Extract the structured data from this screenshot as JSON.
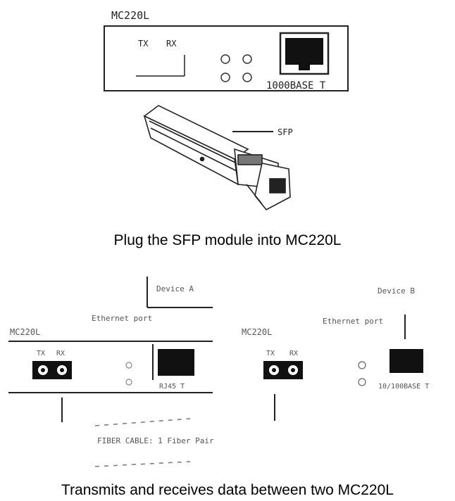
{
  "top": {
    "device_title": "MC220L",
    "tx_label": "TX",
    "rx_label": "RX",
    "port_label": "1000BASE T",
    "sfp_label": "SFP"
  },
  "caption_top": "Plug the SFP module into MC220L",
  "bottom": {
    "device_a_label": "Device A",
    "device_b_label": "Device B",
    "port_left_a": "Ethernet port",
    "port_left_b": "Ethernet port",
    "mc_left_title": "MC220L",
    "mc_right_title": "MC220L",
    "tx_a": "TX",
    "rx_a": "RX",
    "tx_b": "TX",
    "rx_b": "RX",
    "port_a": "RJ45 T",
    "port_b": "10/100BASE T",
    "fiber_label": "FIBER CABLE: 1 Fiber Pair"
  },
  "caption_bottom": "Transmits and receives data between two MC220L"
}
